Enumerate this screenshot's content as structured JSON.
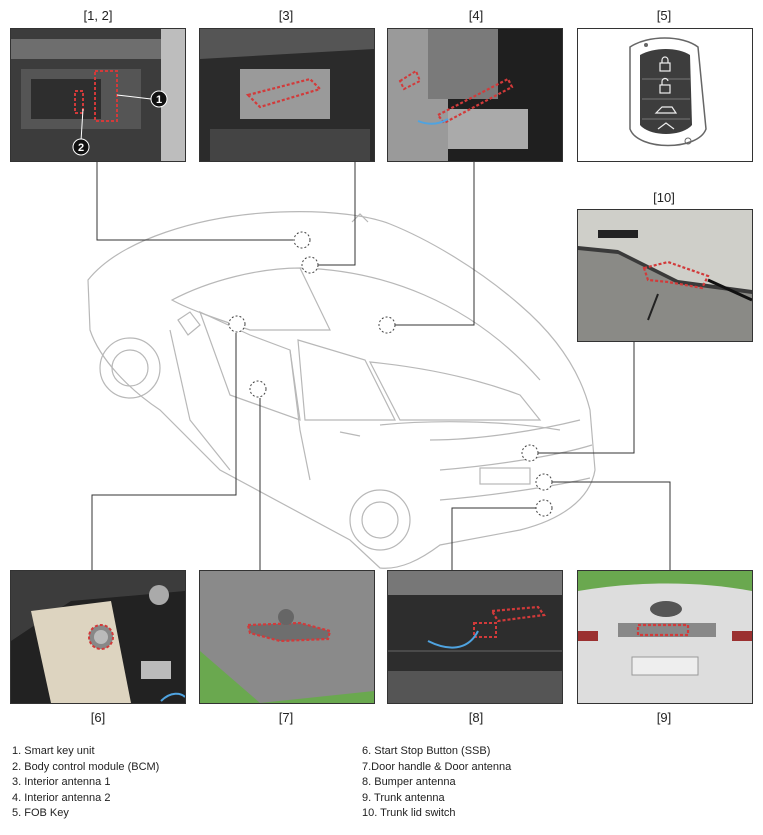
{
  "panel_labels": {
    "p12": "[1, 2]",
    "p3": "[3]",
    "p4": "[4]",
    "p5": "[5]",
    "p10": "[10]",
    "p6": "[6]",
    "p7": "[7]",
    "p8": "[8]",
    "p9": "[9]"
  },
  "callouts": {
    "one": "1",
    "two": "2"
  },
  "legend": {
    "left": [
      "1. Smart key unit",
      "2. Body control module (BCM)",
      "3. Interior antenna 1",
      "4. Interior antenna 2",
      "5. FOB Key"
    ],
    "right": [
      "6. Start Stop Button (SSB)",
      "7.Door handle & Door antenna",
      "8. Bumper antenna",
      "9. Trunk antenna",
      "10. Trunk lid switch"
    ]
  },
  "colors": {
    "marker": "#d23a3a",
    "line": "#333333",
    "car_outline": "#b5b5b5",
    "grass": "#6aa84f"
  }
}
